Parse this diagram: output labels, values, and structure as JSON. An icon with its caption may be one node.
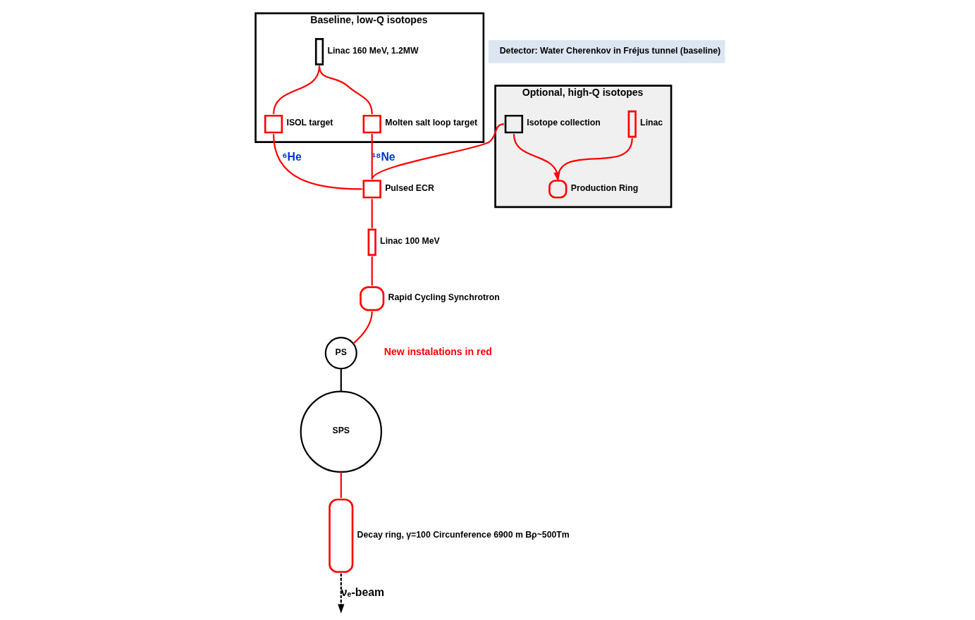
{
  "diagram": {
    "nodes": [
      {
        "text": [
          "Baseline, low-Q isotopes"
        ]
      },
      {
        "text": [],
        "shape": "bar",
        "in": 0,
        "beside": [
          "Linac 160 MeV, 1.2MW"
        ]
      },
      {
        "text": [],
        "shape": "box",
        "in": 0,
        "beside": [
          "ISOL target"
        ]
      },
      {
        "text": [],
        "shape": "box",
        "in": 0,
        "beside": [
          "Molten salt loop target"
        ]
      },
      {
        "text": [
          "Optional, high-Q isotopes"
        ]
      },
      {
        "text": [],
        "shape": "bar",
        "in": 4,
        "beside": [
          "Linac"
        ]
      },
      {
        "text": [],
        "shape": "box",
        "in": 4,
        "beside": [
          "Isotope collection"
        ]
      },
      {
        "text": [],
        "shape": "box",
        "in": 4,
        "beside": [
          "Production Ring"
        ]
      },
      {
        "text": [],
        "shape": "box",
        "beside": [
          "Pulsed ECR"
        ]
      },
      {
        "text": [],
        "shape": "bar",
        "beside": [
          "Linac 100 MeV"
        ]
      },
      {
        "text": [],
        "shape": "circle",
        "beside": [
          "Rapid Cycling Synchrotron"
        ]
      },
      {
        "text": [
          "PS"
        ]
      },
      {
        "text": [
          "SPS"
        ]
      },
      {
        "text": [],
        "shape": "bar",
        "beside": [
          "Decay ring, γ=100 Circunference 6900 m Bρ~500Tm"
        ]
      },
      {
        "text": [
          "Detector: Water Cherenkov in Fréjus tunnel (baseline)"
        ]
      }
    ],
    "edges": [
      {
        "from": 1,
        "to": 2,
        "arrow": "none"
      },
      {
        "from": 1,
        "to": 3,
        "arrow": "none"
      },
      {
        "from": 2,
        "to": 8,
        "arrow": "none",
        "label": "⁶He"
      },
      {
        "from": 3,
        "to": 8,
        "arrow": "none",
        "label": "¹⁸Ne"
      },
      {
        "from": 5,
        "to": 7,
        "arrow": "none"
      },
      {
        "from": 6,
        "to": 7,
        "arrow": "to"
      },
      {
        "from": 6,
        "to": 8,
        "arrow": "none"
      },
      {
        "from": 8,
        "to": 9,
        "arrow": "none"
      },
      {
        "from": 9,
        "to": 10,
        "arrow": "none"
      },
      {
        "from": 10,
        "to": 11,
        "arrow": "none"
      },
      {
        "from": 11,
        "to": 12,
        "arrow": "none",
        "color": "#000000"
      },
      {
        "from": 12,
        "to": 13,
        "arrow": "none"
      },
      {
        "from": 13,
        "to": null,
        "arrow": "to",
        "style": "dashed",
        "color": "#000000",
        "label": "νₑ-beam"
      }
    ],
    "labels": [
      "New instalations in red"
    ]
  }
}
